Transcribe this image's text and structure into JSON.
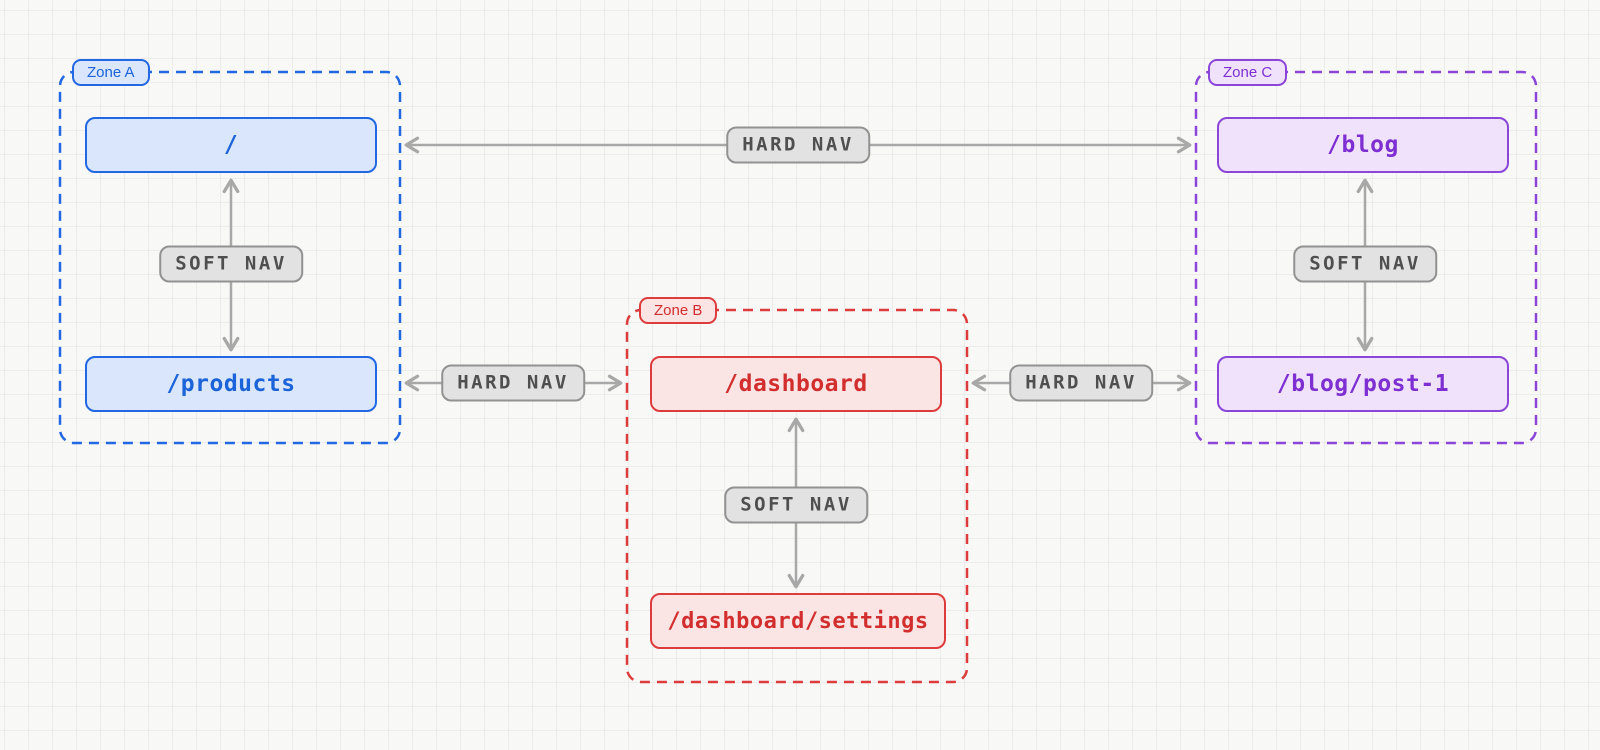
{
  "zones": [
    {
      "badge": "Zone A",
      "color": "#2268e2",
      "fill": "#d9e6fb",
      "text_color": "#1b63d8",
      "nodes": [
        {
          "label": "/"
        },
        {
          "label": "/products"
        }
      ]
    },
    {
      "badge": "Zone B",
      "color": "#dd3c3c",
      "fill": "#fae4e4",
      "text_color": "#d32e2e",
      "nodes": [
        {
          "label": "/dashboard"
        },
        {
          "label": "/dashboard/settings"
        }
      ]
    },
    {
      "badge": "Zone C",
      "color": "#8b46d9",
      "fill": "#efe2fa",
      "text_color": "#7e2fd1",
      "nodes": [
        {
          "label": "/blog"
        },
        {
          "label": "/blog/post-1"
        }
      ]
    }
  ],
  "edges": [
    {
      "type": "soft",
      "label": "SOFT NAV",
      "from": "/",
      "to": "/products"
    },
    {
      "type": "soft",
      "label": "SOFT NAV",
      "from": "/dashboard",
      "to": "/dashboard/settings"
    },
    {
      "type": "soft",
      "label": "SOFT NAV",
      "from": "/blog",
      "to": "/blog/post-1"
    },
    {
      "type": "hard",
      "label": "HARD NAV",
      "from": "/",
      "to": "/blog"
    },
    {
      "type": "hard",
      "label": "HARD NAV",
      "from": "/products",
      "to": "/dashboard"
    },
    {
      "type": "hard",
      "label": "HARD NAV",
      "from": "/dashboard",
      "to": "/blog/post-1"
    }
  ],
  "style": {
    "background": "#f8f8f6",
    "grid_line": "#ececea",
    "arrow_color": "#a8a8a8",
    "nav_pill_fill": "#e2e2e2",
    "nav_pill_border": "#929292",
    "nav_pill_text": "#4f4f4f"
  }
}
